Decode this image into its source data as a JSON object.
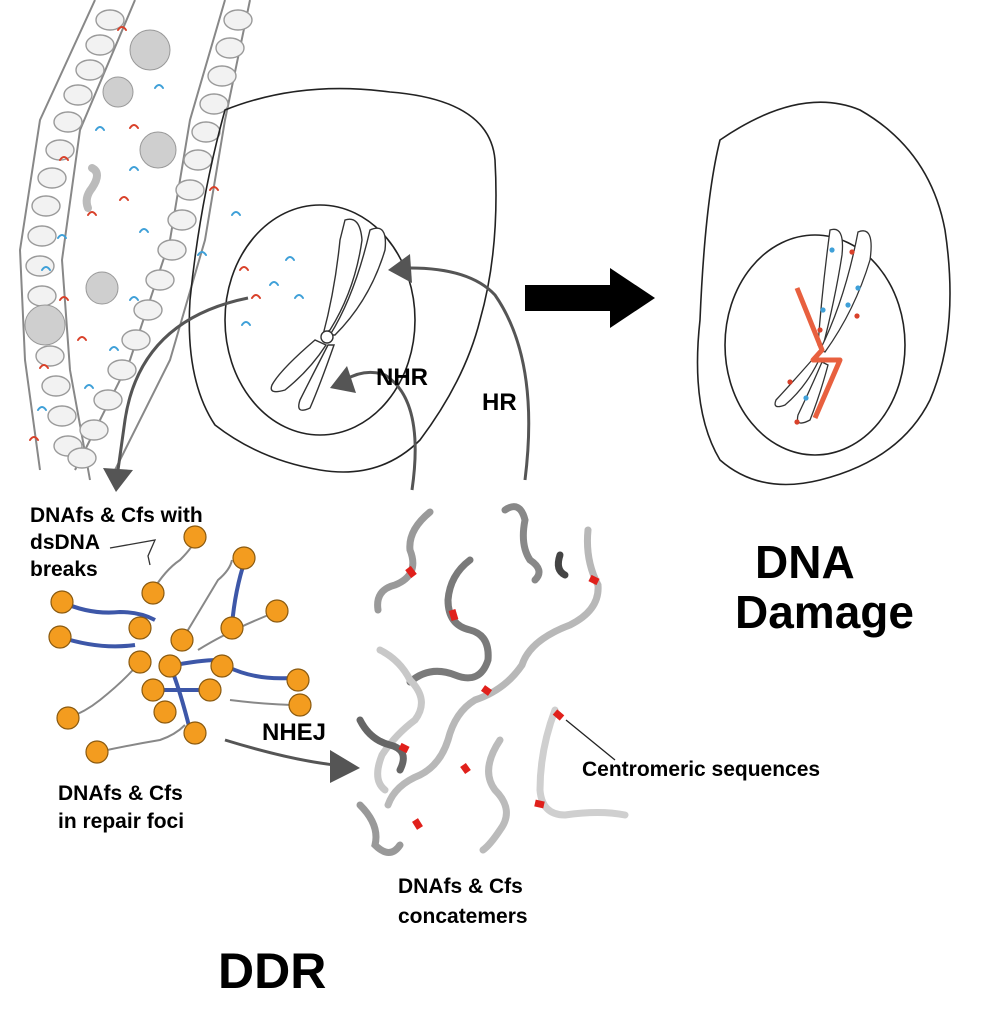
{
  "labels": {
    "dnafs_breaks_line1": "DNAfs & Cfs with",
    "dnafs_breaks_line2": "dsDNA",
    "dnafs_breaks_line3": "breaks",
    "repair_foci_line1": "DNAfs & Cfs",
    "repair_foci_line2": "in repair foci",
    "nhej": "NHEJ",
    "nhr": "NHR",
    "hr": "HR",
    "centromeric": "Centromeric sequences",
    "concatemers_line1": "DNAfs & Cfs",
    "concatemers_line2": "concatemers",
    "ddr": "DDR",
    "dna_damage_line1": "DNA",
    "dna_damage_line2": "Damage"
  },
  "colors": {
    "orange_end": "#F39C1F",
    "repair_blue": "#3D57A8",
    "centromere_red": "#E0201B",
    "fragment_red": "#D9412A",
    "fragment_blue": "#3FA0D8",
    "damage_red": "#E8603F",
    "arrow_gray": "#555555",
    "outline": "#222222"
  },
  "icons": [
    "blood-vessel-wall",
    "leukocyte-cell",
    "chromosome",
    "damaged-chromosome",
    "process-arrow"
  ]
}
